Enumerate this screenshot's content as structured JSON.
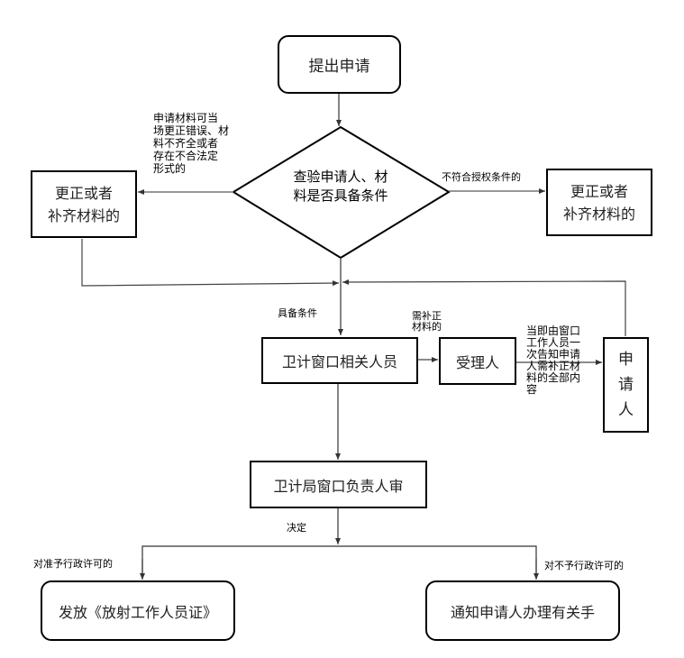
{
  "nodes": {
    "start": "提出申请",
    "decision_line1": "查验申请人、材",
    "decision_line2": "料是否具备条件",
    "correct_left_line1": "更正或者",
    "correct_left_line2": "补齐材料的",
    "correct_right_line1": "更正或者",
    "correct_right_line2": "补齐材料的",
    "window_staff": "卫计窗口相关人员",
    "acceptor": "受理人",
    "applicant_line1": "申",
    "applicant_line2": "请",
    "applicant_line3": "人",
    "review": "卫计局窗口负责人审",
    "issue": "发放《放射工作人员证》",
    "notify": "通知申请人办理有关手"
  },
  "labels": {
    "left_condition": [
      "申请材料可当",
      "场更正错误、材",
      "料不齐全或者",
      "存在不合法定",
      "形式的"
    ],
    "right_condition": "不符合授权条件的",
    "meets_condition": "具备条件",
    "needs_correction": [
      "需补正",
      "材料的"
    ],
    "notify_once": [
      "当即由窗口",
      "工作人员一",
      "次告知申请",
      "人需补正材",
      "料的全部内",
      "容"
    ],
    "decide": "决定",
    "approve": "对准予行政许可的",
    "reject": "对不予行政许可的"
  }
}
